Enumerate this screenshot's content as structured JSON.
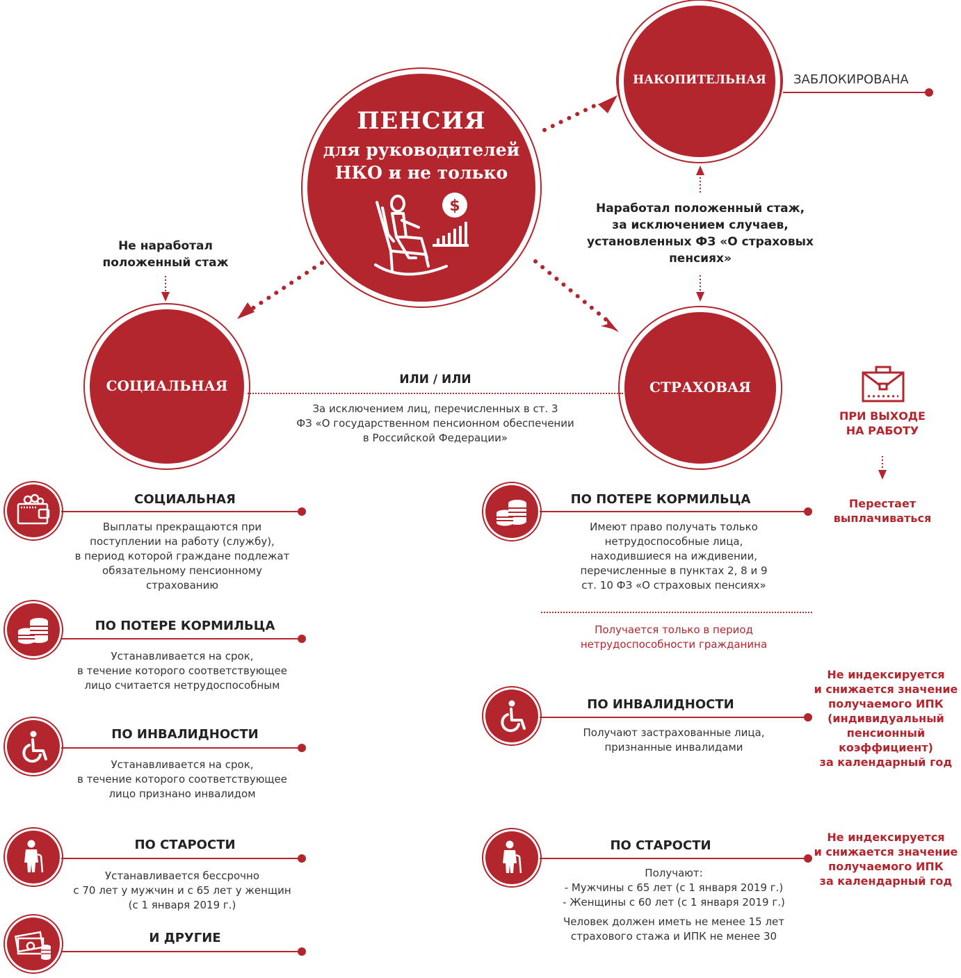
{
  "main_circle": {
    "title": "ПЕНСИЯ",
    "subtitle_line1": "для руководителей",
    "subtitle_line2": "НКО и не только",
    "icon": "pensioner-rocking-chair-icon"
  },
  "funded": {
    "label": "НАКОПИТЕЛЬНАЯ",
    "status": "ЗАБЛОКИРОВАНА"
  },
  "insurance": {
    "label": "СТРАХОВАЯ",
    "condition": [
      "Наработал положенный стаж,",
      "за исключением случаев,",
      "установленных ФЗ «О страховых",
      "пенсиях»"
    ]
  },
  "social": {
    "label": "СОЦИАЛЬНАЯ",
    "condition": [
      "Не наработал",
      "положенный стаж"
    ]
  },
  "or_block": {
    "title": "ИЛИ / ИЛИ",
    "text": [
      "За исключением лиц, перечисленных в ст. 3",
      "ФЗ «О государственном пенсионном обеспечении",
      "в Российской Федерации»"
    ]
  },
  "left_items": [
    {
      "icon": "wallet-icon",
      "title": "СОЦИАЛЬНАЯ",
      "desc": [
        "Выплаты прекращаются при",
        "поступлении на работу (службу),",
        "в период которой граждане подлежат",
        "обязательному пенсионному",
        "страхованию"
      ]
    },
    {
      "icon": "coins-stack-icon",
      "title": "ПО ПОТЕРЕ КОРМИЛЬЦА",
      "desc": [
        "Устанавливается на срок,",
        "в течение которого соответствующее",
        "лицо считается нетрудоспособным"
      ]
    },
    {
      "icon": "wheelchair-icon",
      "title": "ПО ИНВАЛИДНОСТИ",
      "desc": [
        "Устанавливается на срок,",
        "в течение которого соответствующее",
        "лицо признано инвалидом"
      ]
    },
    {
      "icon": "elderly-person-icon",
      "title": "ПО СТАРОСТИ",
      "desc": [
        "Устанавливается бессрочно",
        "с 70 лет у мужчин и с 65 лет у женщин",
        "(с 1 января 2019 г.)"
      ]
    },
    {
      "icon": "money-coins-icon",
      "title": "И ДРУГИЕ",
      "desc": []
    }
  ],
  "right_items": [
    {
      "icon": "coins-stack-icon",
      "title": "ПО ПОТЕРЕ КОРМИЛЬЦА",
      "desc": [
        "Имеют право получать только",
        "нетрудоспособные лица,",
        "находившиеся на иждивении,",
        "перечисленные в пунктах 2, 8 и 9",
        "ст. 10 ФЗ «О страховых пенсиях»"
      ],
      "note": [
        "Получается только в период",
        "нетрудоспособности гражданина"
      ]
    },
    {
      "icon": "wheelchair-icon",
      "title": "ПО ИНВАЛИДНОСТИ",
      "desc": [
        "Получают застрахованные лица,",
        "признанные инвалидами"
      ]
    },
    {
      "icon": "elderly-person-icon",
      "title": "ПО СТАРОСТИ",
      "desc": [
        "Получают:",
        "- Мужчины с 65 лет (с 1 января 2019 г.)",
        "- Женщины с 60 лет (с 1 января 2019 г.)"
      ],
      "extra": [
        "Человек должен иметь не менее 15 лет",
        "страхового стажа и ИПК не менее 30"
      ]
    }
  ],
  "work": {
    "icon": "briefcase-icon",
    "title": [
      "ПРИ ВЫХОДЕ",
      "НА РАБОТУ"
    ],
    "result": [
      "Перестает",
      "выплачиваться"
    ]
  },
  "notes": {
    "disability": [
      "Не индексируется",
      "и снижается значение",
      "получаемого ИПК",
      "(индивидуальный",
      "пенсионный",
      "коэффициент)",
      "за календарный год"
    ],
    "old_age": [
      "Не индексируется",
      "и снижается значение",
      "получаемого ИПК",
      "за календарный год"
    ]
  },
  "colors": {
    "accent": "#b3262e",
    "text": "#2a2a2a"
  }
}
